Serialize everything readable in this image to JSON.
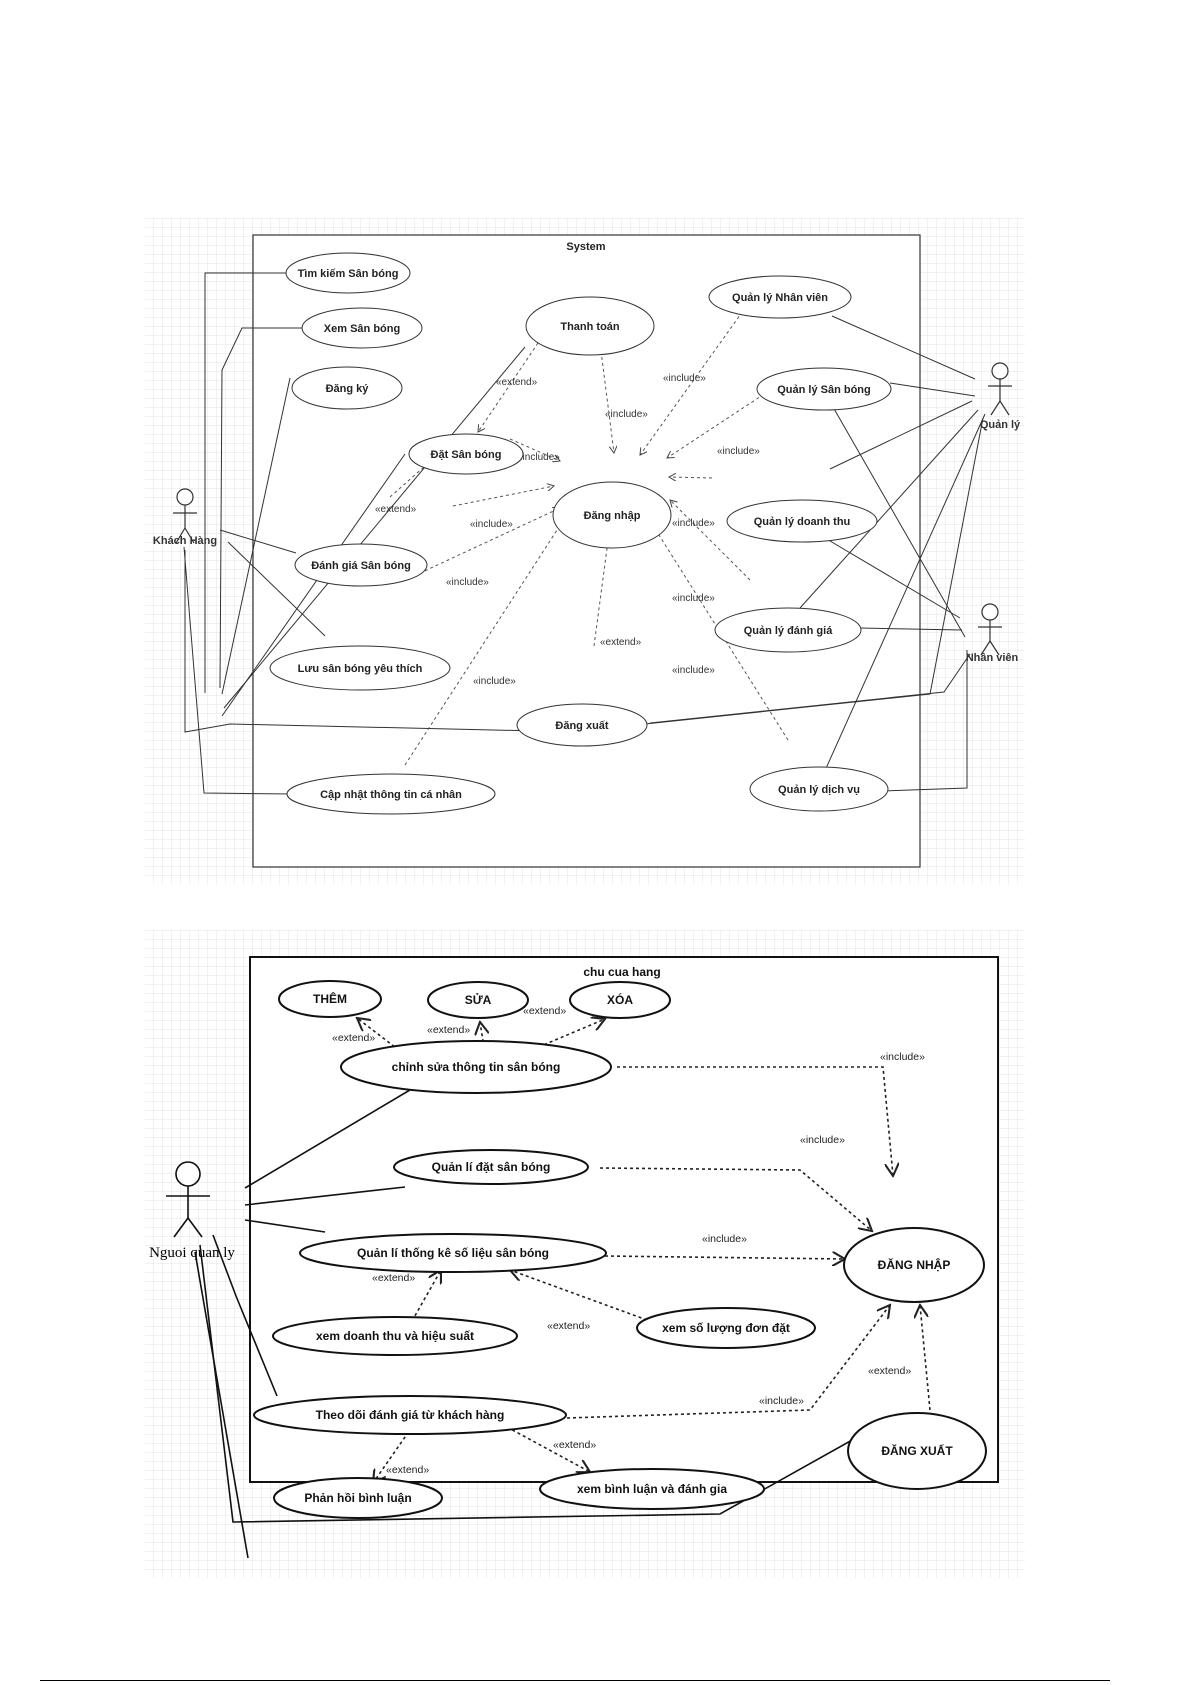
{
  "diagram1": {
    "system_label": "System",
    "actors": {
      "customer": "Khách Hàng",
      "manager": "Quản lý",
      "staff": "Nhân viên"
    },
    "use_cases": {
      "search": "Tìm kiếm Sân bóng",
      "view": "Xem Sân bóng",
      "register": "Đăng ký",
      "payment": "Thanh toán",
      "book": "Đặt Sân bóng",
      "review": "Đánh giá Sân bóng",
      "favorite": "Lưu sân bóng yêu thích",
      "update_profile": "Cập nhật thông tin cá nhân",
      "login": "Đăng nhập",
      "logout": "Đăng xuất",
      "manage_staff": "Quản lý Nhân viên",
      "manage_fields": "Quản lý Sân bóng",
      "manage_revenue": "Quản lý doanh thu",
      "manage_reviews": "Quản lý đánh giá",
      "manage_services": "Quản lý dịch vụ"
    },
    "relation_labels": {
      "extend": "«extend»",
      "include": "«include»"
    }
  },
  "diagram2": {
    "system_label": "chu cua hang",
    "actor": "Nguoi quan ly",
    "use_cases": {
      "add": "THÊM",
      "edit": "SỬA",
      "delete": "XÓA",
      "edit_info": "chỉnh sửa thông tin sân bóng",
      "manage_booking": "Quản lí đặt sân bóng",
      "manage_stats": "Quản lí thống kê số liệu sân bóng",
      "view_revenue": "xem doanh thu và hiệu suất",
      "view_orders": "xem số lượng đơn đặt",
      "track_reviews": "Theo dõi đánh giá từ khách hàng",
      "reply_comment": "Phản hồi bình luận",
      "view_comments": "xem bình luận và đánh gia",
      "login": "ĐĂNG NHẬP",
      "logout": "ĐĂNG XUẤT"
    },
    "relation_labels": {
      "extend": "«extend»",
      "include": "«include»"
    }
  }
}
